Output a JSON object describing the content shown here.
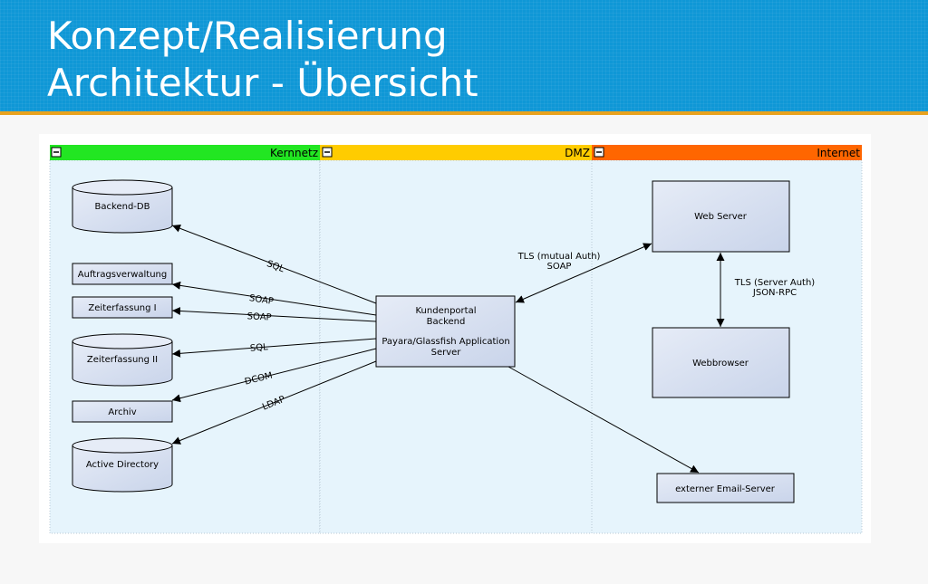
{
  "header": {
    "title_line1": "Konzept/Realisierung",
    "title_line2": "Architektur - Übersicht"
  },
  "colors": {
    "header_bg": "#0f97d6",
    "header_accent": "#e8a21e",
    "zone_kernnetz": "#22e622",
    "zone_dmz": "#ffcc00",
    "zone_internet": "#ff6600",
    "zone_body": "#e6f4fc",
    "node_fill": "#d2dcef"
  },
  "zones": [
    {
      "id": "kernnetz",
      "label": "Kernnetz",
      "toggle": "−"
    },
    {
      "id": "dmz",
      "label": "DMZ",
      "toggle": "−"
    },
    {
      "id": "internet",
      "label": "Internet",
      "toggle": "−"
    }
  ],
  "nodes": {
    "backend_db": "Backend-DB",
    "auftragsverwaltung": "Auftragsverwaltung",
    "zeiterfassung1": "Zeiterfassung I",
    "zeiterfassung2": "Zeiterfassung II",
    "archiv": "Archiv",
    "active_directory": "Active Directory",
    "kundenportal": {
      "line1": "Kundenportal",
      "line2": "Backend",
      "line3": "Payara/Glassfish Application",
      "line4": "Server"
    },
    "web_server": "Web Server",
    "webbrowser": "Webbrowser",
    "email_server": "externer Email-Server"
  },
  "edges": {
    "sql_db": "SQL",
    "soap_auftrag": "SOAP",
    "soap_zeit1": "SOAP",
    "sql_zeit2": "SQL",
    "dcom_archiv": "DCOM",
    "ldap_ad": "LDAP",
    "tls_mutual_line1": "TLS (mutual Auth)",
    "tls_mutual_line2": "SOAP",
    "tls_server_line1": "TLS (Server Auth)",
    "tls_server_line2": "JSON-RPC"
  }
}
